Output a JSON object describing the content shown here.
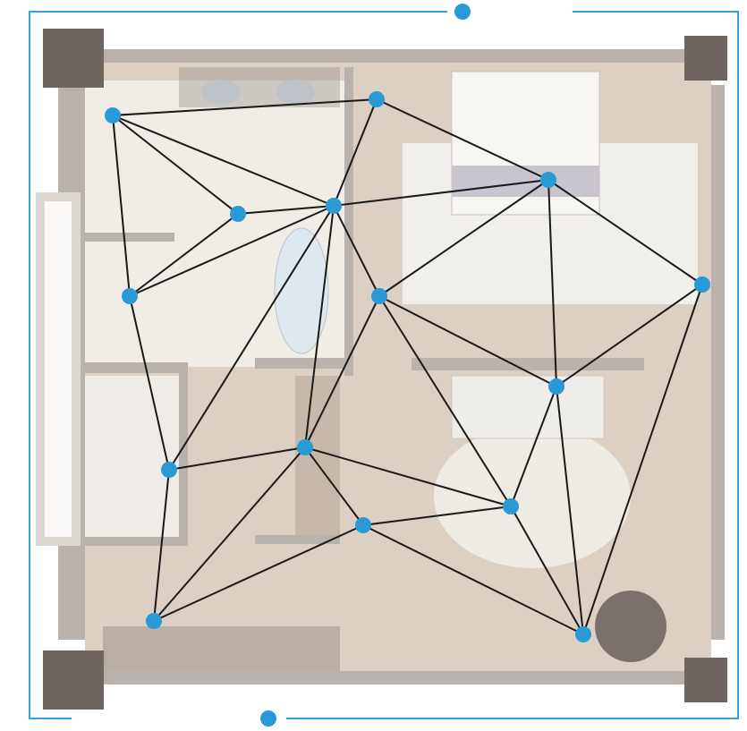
{
  "colors": {
    "node": "#2a9ad6",
    "edge": "#1a1a1a",
    "frame": "#3aa0d8",
    "floor": "#d9cdc2",
    "wall": "#b9b2ad",
    "column": "#6e6460",
    "bath": "#f1ede8"
  },
  "graph": {
    "nodes": [
      "A",
      "B",
      "C",
      "D",
      "E",
      "F",
      "G",
      "H",
      "I",
      "J",
      "K",
      "L",
      "M",
      "N",
      "O"
    ],
    "edges": [
      [
        "A",
        "B"
      ],
      [
        "A",
        "C"
      ],
      [
        "A",
        "D"
      ],
      [
        "A",
        "F"
      ],
      [
        "B",
        "D"
      ],
      [
        "B",
        "E"
      ],
      [
        "C",
        "D"
      ],
      [
        "C",
        "F"
      ],
      [
        "D",
        "E"
      ],
      [
        "D",
        "G"
      ],
      [
        "D",
        "F"
      ],
      [
        "D",
        "K"
      ],
      [
        "D",
        "J"
      ],
      [
        "E",
        "G"
      ],
      [
        "E",
        "H"
      ],
      [
        "E",
        "I"
      ],
      [
        "H",
        "I"
      ],
      [
        "H",
        "O"
      ],
      [
        "G",
        "I"
      ],
      [
        "G",
        "L"
      ],
      [
        "G",
        "J"
      ],
      [
        "I",
        "L"
      ],
      [
        "I",
        "O"
      ],
      [
        "F",
        "K"
      ],
      [
        "K",
        "J"
      ],
      [
        "K",
        "N"
      ],
      [
        "J",
        "L"
      ],
      [
        "J",
        "M"
      ],
      [
        "J",
        "N"
      ],
      [
        "M",
        "N"
      ],
      [
        "M",
        "L"
      ],
      [
        "M",
        "O"
      ],
      [
        "L",
        "O"
      ]
    ]
  }
}
